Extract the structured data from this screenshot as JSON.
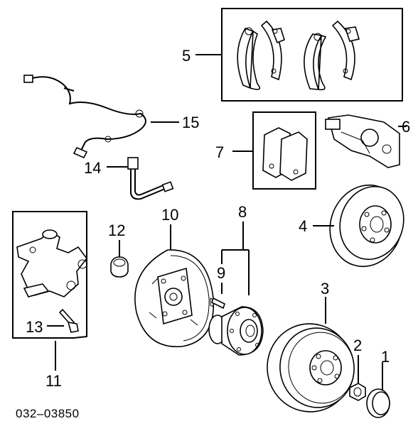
{
  "callouts": [
    {
      "id": "1",
      "label": "1"
    },
    {
      "id": "2",
      "label": "2"
    },
    {
      "id": "3",
      "label": "3"
    },
    {
      "id": "4",
      "label": "4"
    },
    {
      "id": "5",
      "label": "5"
    },
    {
      "id": "6",
      "label": "6"
    },
    {
      "id": "7",
      "label": "7"
    },
    {
      "id": "8",
      "label": "8"
    },
    {
      "id": "9",
      "label": "9"
    },
    {
      "id": "10",
      "label": "10"
    },
    {
      "id": "11",
      "label": "11"
    },
    {
      "id": "12",
      "label": "12"
    },
    {
      "id": "13",
      "label": "13"
    },
    {
      "id": "14",
      "label": "14"
    },
    {
      "id": "15",
      "label": "15"
    }
  ],
  "diagram_code": "032–03850"
}
